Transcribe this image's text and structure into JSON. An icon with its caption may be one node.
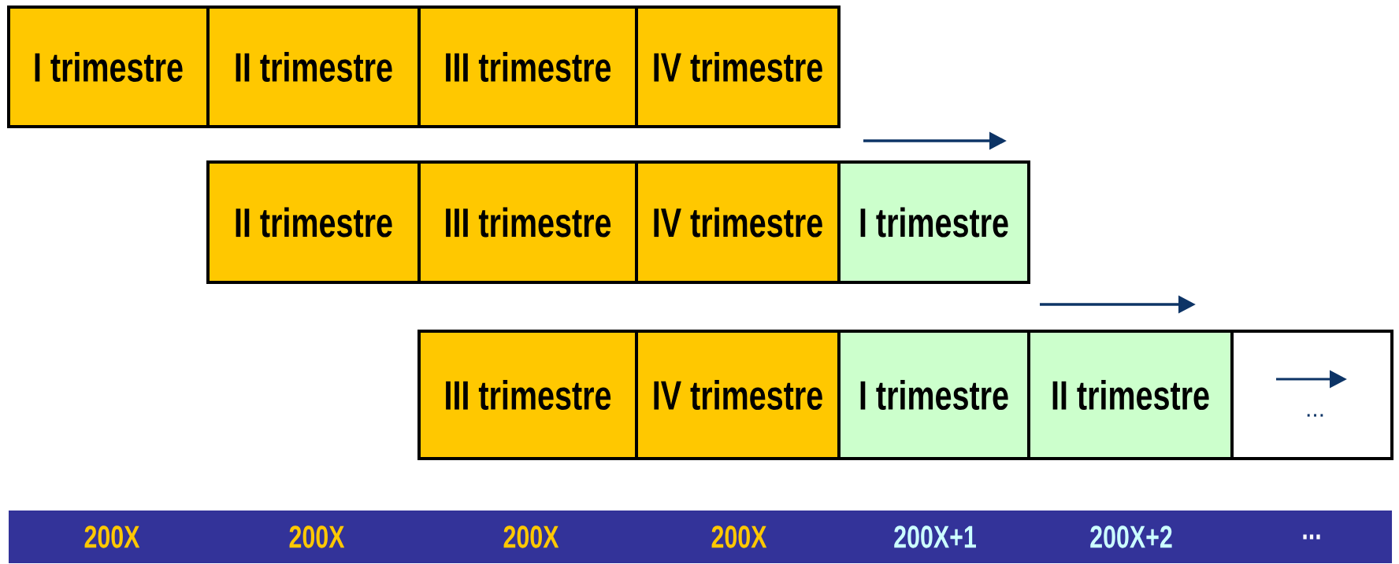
{
  "diagram": {
    "nodes": [
      {
        "text": [
          "I trimestre"
        ]
      },
      {
        "text": [
          "II trimestre"
        ]
      },
      {
        "text": [
          "III trimestre"
        ]
      },
      {
        "text": [
          "IV trimestre"
        ]
      },
      {
        "text": [
          "II trimestre"
        ]
      },
      {
        "text": [
          "III trimestre"
        ]
      },
      {
        "text": [
          "IV trimestre"
        ]
      },
      {
        "text": [
          "I trimestre"
        ]
      },
      {
        "text": [
          "III trimestre"
        ]
      },
      {
        "text": [
          "IV trimestre"
        ]
      },
      {
        "text": [
          "I trimestre"
        ]
      },
      {
        "text": [
          "II trimestre"
        ]
      },
      {
        "text": [
          "..."
        ]
      },
      {
        "text": [
          "200X",
          "200X",
          "200X",
          "200X",
          "200X+1",
          "200X+2",
          "..."
        ]
      }
    ]
  }
}
